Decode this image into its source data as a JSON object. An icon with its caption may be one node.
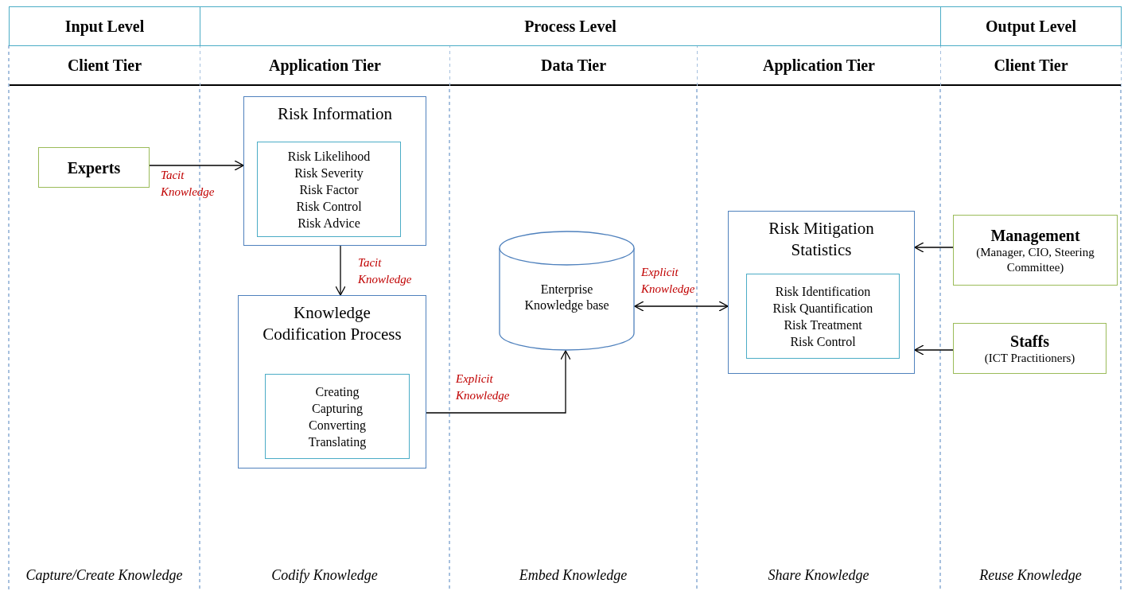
{
  "diagram": {
    "nodes": [
      {
        "text": [
          "Experts"
        ]
      },
      {
        "text": [
          "Risk Information"
        ]
      },
      {
        "text": [
          "Risk Likelihood",
          "Risk Severity",
          "Risk Factor",
          "Risk Control",
          "Risk Advice"
        ],
        "in": 1
      },
      {
        "text": [
          "Knowledge Codification Process"
        ]
      },
      {
        "text": [
          "Creating",
          "Capturing",
          "Converting",
          "Translating"
        ],
        "in": 3
      },
      {
        "text": [
          "Enterprise Knowledge base"
        ]
      },
      {
        "text": [
          "Risk Mitigation Statistics"
        ]
      },
      {
        "text": [
          "Risk Identification",
          "Risk Quantification",
          "Risk Treatment",
          "Risk Control"
        ],
        "in": 6
      },
      {
        "text": [
          "Management",
          "(Manager, CIO, Steering Committee)"
        ]
      },
      {
        "text": [
          "Staffs",
          "(ICT Practitioners)"
        ]
      }
    ],
    "edges": [
      {
        "from": 0,
        "to": 1,
        "arrow": "to",
        "label": "Tacit Knowledge"
      },
      {
        "from": 1,
        "to": 3,
        "arrow": "to",
        "label": "Tacit Knowledge"
      },
      {
        "from": 3,
        "to": 5,
        "arrow": "to",
        "label": "Explicit Knowledge"
      },
      {
        "from": 5,
        "to": 6,
        "arrow": "both",
        "label": "Explicit Knowledge"
      },
      {
        "from": 8,
        "to": 6,
        "arrow": "to"
      },
      {
        "from": 9,
        "to": 6,
        "arrow": "to"
      }
    ],
    "labels": [
      "Input Level",
      "Process Level",
      "Output Level",
      "Client Tier",
      "Application Tier",
      "Data Tier",
      "Application Tier",
      "Client Tier",
      "Capture/Create Knowledge",
      "Codify Knowledge",
      "Embed Knowledge",
      "Share Knowledge",
      "Reuse Knowledge"
    ]
  }
}
